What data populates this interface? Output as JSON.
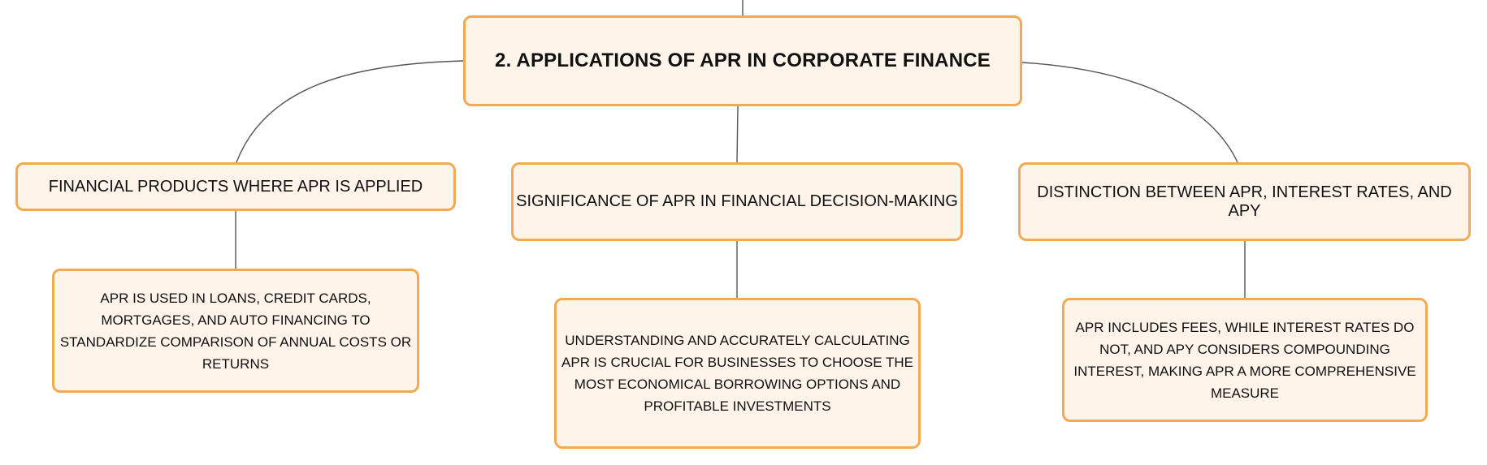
{
  "colors": {
    "node_fill": "#fef4ea",
    "node_border": "#f3aa52",
    "connector": "#555555",
    "text": "#111111"
  },
  "root": {
    "label": "2. APPLICATIONS OF APR IN CORPORATE FINANCE"
  },
  "branches": [
    {
      "label": "FINANCIAL PRODUCTS WHERE APR IS APPLIED",
      "detail": "APR IS USED IN LOANS, CREDIT CARDS, MORTGAGES, AND AUTO FINANCING TO STANDARDIZE COMPARISON OF ANNUAL COSTS OR RETURNS"
    },
    {
      "label": "SIGNIFICANCE OF APR IN FINANCIAL DECISION-MAKING",
      "detail": "UNDERSTANDING AND ACCURATELY CALCULATING APR IS CRUCIAL FOR BUSINESSES TO CHOOSE THE MOST ECONOMICAL BORROWING OPTIONS AND PROFITABLE INVESTMENTS"
    },
    {
      "label": "DISTINCTION BETWEEN APR, INTEREST RATES, AND APY",
      "detail": "APR INCLUDES FEES, WHILE INTEREST RATES DO NOT, AND APY CONSIDERS COMPOUNDING INTEREST, MAKING APR A MORE COMPREHENSIVE MEASURE"
    }
  ]
}
